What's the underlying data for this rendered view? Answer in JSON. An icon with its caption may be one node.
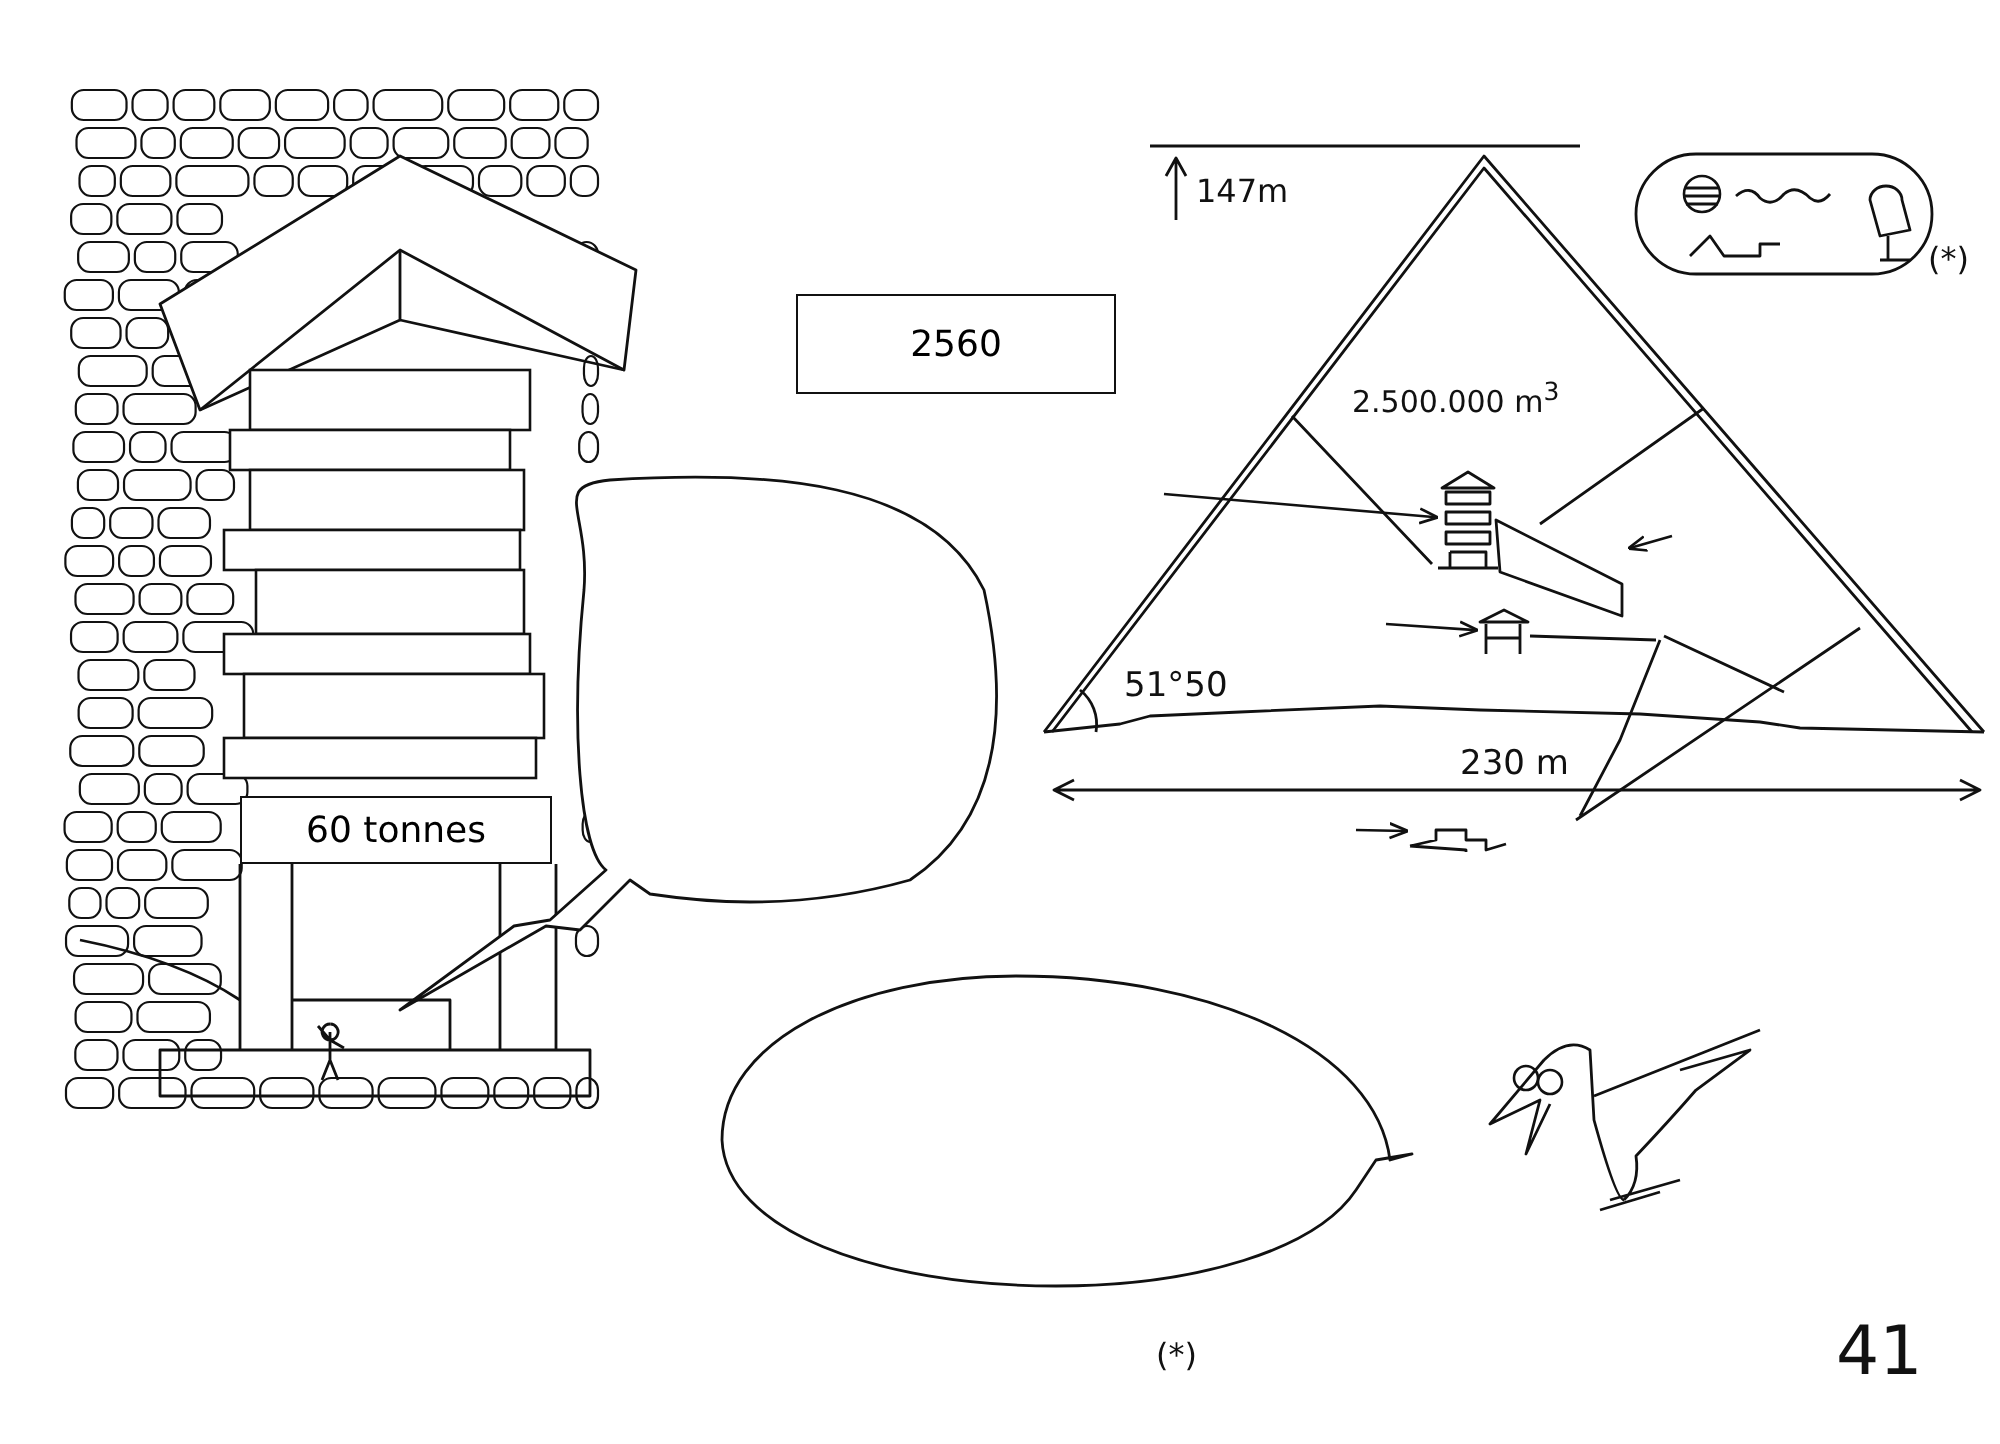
{
  "diagram": {
    "nodes": [
      {
        "text": [
          "2560"
        ]
      },
      {
        "text": [],
        "shape": "bubble"
      },
      {
        "text": [],
        "shape": "picture"
      },
      {
        "text": [],
        "shape": "bar"
      },
      {
        "text": [],
        "shape": "picture"
      },
      {
        "text": [
          "60 tonnes"
        ]
      },
      {
        "text": [],
        "shape": "picture"
      },
      {
        "text": [],
        "shape": "bubble"
      }
    ],
    "edges": [
      {
        "from": null,
        "to": 2,
        "arrow": "to"
      },
      {
        "from": null,
        "to": 3,
        "arrow": "to"
      },
      {
        "from": null,
        "to": 4,
        "arrow": "to"
      },
      {
        "from": null,
        "to": 6,
        "arrow": "to"
      }
    ],
    "labels": [
      "147m",
      "(*)",
      "2.500.000 m$^{3}$",
      "51°50",
      "230 m",
      "(*)",
      "41"
    ]
  }
}
